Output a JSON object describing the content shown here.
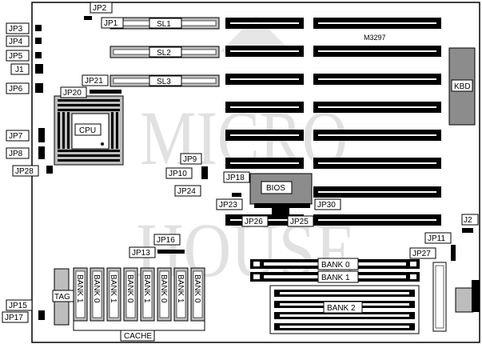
{
  "board": {
    "model": "M3297"
  },
  "jumpers": {
    "jp1": "JP1",
    "jp2": "JP2",
    "jp3": "JP3",
    "jp4": "JP4",
    "jp5": "JP5",
    "j1": "J1",
    "jp6": "JP6",
    "jp7": "JP7",
    "jp8": "JP8",
    "jp28": "JP28",
    "jp20": "JP20",
    "jp21": "JP21",
    "jp9": "JP9",
    "jp10": "JP10",
    "jp24": "JP24",
    "jp18": "JP18",
    "jp23": "JP23",
    "jp26": "JP26",
    "jp25": "JP25",
    "jp30": "JP30",
    "j2": "J2",
    "jp11": "JP11",
    "jp27": "JP27",
    "jp16": "JP16",
    "jp13": "JP13",
    "jp15": "JP15",
    "jp17": "JP17"
  },
  "slots": {
    "sl1": "SL1",
    "sl2": "SL2",
    "sl3": "SL3"
  },
  "components": {
    "cpu": "CPU",
    "bios": "BIOS",
    "kbd": "KBD",
    "tag": "TAG",
    "cache": "CACHE"
  },
  "memory": {
    "bank0": "BANK 0",
    "bank1": "BANK 1",
    "bank2": "BANK 2"
  },
  "cache_banks": [
    "BANK 1",
    "BANK 0",
    "BANK 1",
    "BANK 0",
    "BANK 1",
    "BANK 0",
    "BANK 1",
    "BANK 0"
  ],
  "watermark": {
    "line1": "MICRO",
    "line2": "HOUSE"
  }
}
